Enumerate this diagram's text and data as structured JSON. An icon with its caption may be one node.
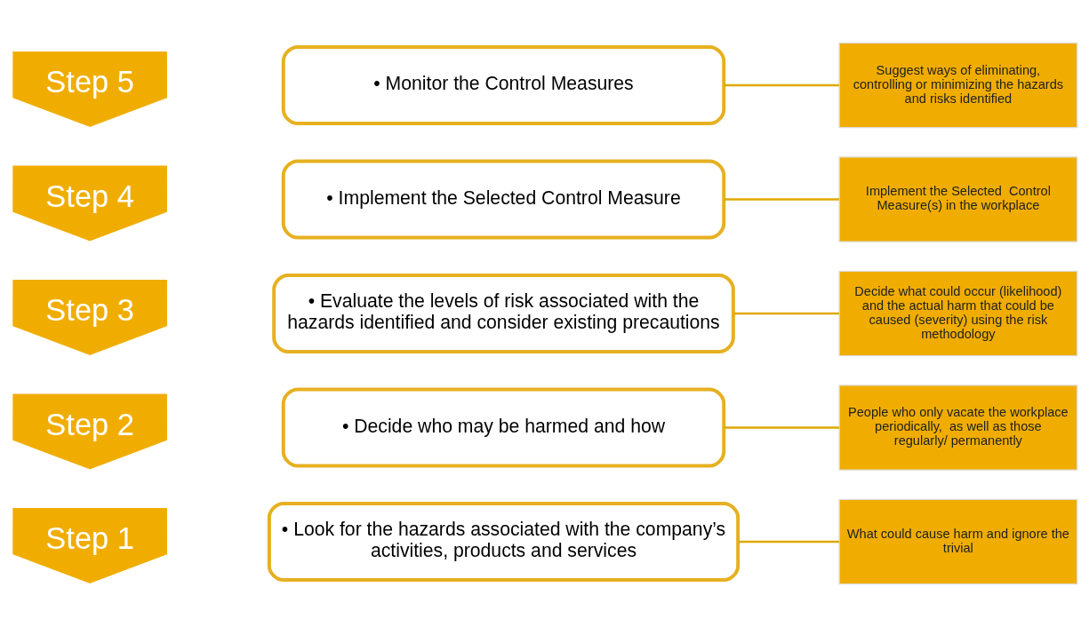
{
  "diagram": {
    "nodes": [
      {
        "text": [
          "Step 1"
        ]
      },
      {
        "text": [
          "• Look for the hazards associated with the company’s activities, products and services"
        ]
      },
      {
        "text": [
          "What could cause harm and ignore the trivial"
        ]
      },
      {
        "text": [
          "Step 2"
        ]
      },
      {
        "text": [
          "• Decide who may be harmed and how"
        ]
      },
      {
        "text": [
          "People who only vacate the workplace periodically,  as well as those regularly/ permanently"
        ]
      },
      {
        "text": [
          "Step 3"
        ]
      },
      {
        "text": [
          "• Evaluate the levels of risk associated with the hazards identified and consider existing precautions"
        ]
      },
      {
        "text": [
          "Decide what could occur (likelihood) and the actual harm that could be caused (severity) using the risk methodology"
        ]
      },
      {
        "text": [
          "Step 4"
        ]
      },
      {
        "text": [
          "• Implement the Selected Control Measure"
        ]
      },
      {
        "text": [
          "Implement the Selected  Control Measure(s) in the workplace"
        ]
      },
      {
        "text": [
          "Step 5"
        ]
      },
      {
        "text": [
          "• Monitor the Control Measures"
        ]
      },
      {
        "text": [
          "Suggest ways of eliminating, controlling or minimizing the hazards and risks identified"
        ]
      }
    ],
    "edges": [
      {
        "from": 1,
        "to": 2,
        "arrow": "none"
      },
      {
        "from": 4,
        "to": 5,
        "arrow": "none"
      },
      {
        "from": 7,
        "to": 8,
        "arrow": "none"
      },
      {
        "from": 10,
        "to": 11,
        "arrow": "none"
      },
      {
        "from": 13,
        "to": 14,
        "arrow": "none"
      }
    ]
  }
}
